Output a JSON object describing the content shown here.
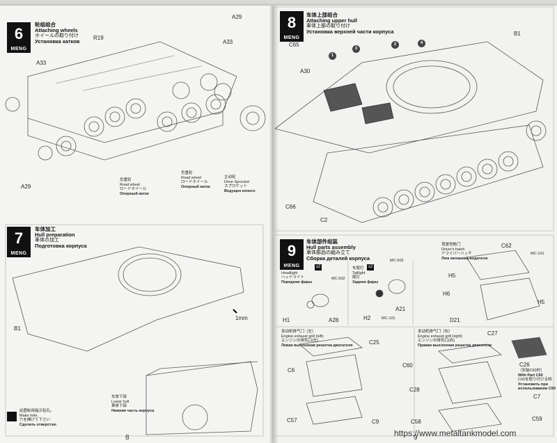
{
  "left_page": {
    "page_number": "8",
    "step6": {
      "number": "6",
      "brand": "MENG",
      "title_zh": "轮组组合",
      "title_en": "Attaching wheels",
      "title_ja": "ホイールの取り付け",
      "title_ru": "Установка катков",
      "labels": {
        "r19": "R19",
        "a29_top": "A29",
        "a33_right": "A33",
        "a33_left": "A33",
        "a29_bottom": "A29"
      },
      "road_wheel_left": {
        "zh": "负重轮",
        "en": "Road wheel",
        "ja": "ロードホイール",
        "ru": "Опорный каток"
      },
      "road_wheel_right": {
        "zh": "负重轮",
        "en": "Road wheel",
        "ja": "ロードホイール",
        "ru": "Опорный каток"
      },
      "drive_sprocket": {
        "zh": "主动轮",
        "en": "Drive Sprocket",
        "ja": "スプロケット",
        "ru": "Ведущее колесо"
      }
    },
    "step7": {
      "number": "7",
      "brand": "MENG",
      "title_zh": "车体加工",
      "title_en": "Hull preparation",
      "title_ja": "車体の加工",
      "title_ru": "Подготовка корпуса",
      "labels": {
        "b1": "B1",
        "drill": "1mm"
      },
      "lower_hull": {
        "zh": "车体下部",
        "en": "Lower hull",
        "ja": "車体下部",
        "ru": "Нижняя часть корпуса"
      },
      "make_hole": {
        "zh": "此图标用指示钻孔。",
        "en": "Make hole.",
        "ja": "穴を開けて下さい",
        "ru": "Сделать отверстие."
      }
    }
  },
  "right_page": {
    "page_number": "9",
    "watermark": "https://www.metaltankmodel.com",
    "step8": {
      "number": "8",
      "brand": "MENG",
      "title_zh": "车体上部组合",
      "title_en": "Attaching upper hull",
      "title_ja": "車体上部の取り付け",
      "title_ru": "Установка верхней части корпуса",
      "labels": {
        "c65": "C65",
        "w1": "1",
        "w3": "3",
        "w2": "2",
        "w4": "4",
        "b1": "B1",
        "a30": "A30",
        "c66": "C66",
        "c2": "C2"
      }
    },
    "step9": {
      "number": "9",
      "brand": "MENG",
      "title_zh": "车体部件组装",
      "title_en": "Hull parts assembly",
      "title_ja": "車体部品の組み立て",
      "title_ru": "Сборка деталей корпуса",
      "headlight": {
        "zh": "车头灯",
        "en": "Headlight",
        "ja": "ヘッドライト",
        "ru": "Передние фары",
        "qty": "x2",
        "paint": "MC-502",
        "h1": "H1",
        "a28": "A28"
      },
      "taillight": {
        "zh": "车尾灯",
        "en": "Taillight",
        "ja": "尾灯",
        "ru": "Задние фары",
        "qty": "x2",
        "paint1": "MC-502",
        "paint2": "MC-101",
        "h2": "H2",
        "a21": "A21"
      },
      "drivers_hatch": {
        "zh": "驾驶员舱门",
        "en": "Driver's hatch",
        "ja": "ドライバーハッチ",
        "ru": "Люк механика-водителя",
        "c62": "C62",
        "paint": "MC-101",
        "h5a": "H5",
        "h6": "H6",
        "h5b": "H5",
        "d21": "D21"
      },
      "exhaust_left": {
        "zh": "发动机排气门（左）",
        "en": "Engine exhaust grill (left)",
        "ja": "エンジンの排気口(左)",
        "ru": "Левая выхлопная решетка двигателя",
        "c25": "C25",
        "c6": "C6",
        "c57": "C57",
        "c9": "C9"
      },
      "exhaust_right": {
        "zh": "发动机排气门（右）",
        "en": "Engine exhaust grill (right)",
        "ja": "エンジンの排気口(右)",
        "ru": "Правая выхлопная решетка двигателя",
        "c27": "C27",
        "c60": "C60",
        "c28": "C28",
        "c26": "C26",
        "c7": "C7",
        "c58": "C58",
        "c59": "C59"
      },
      "c26_note": {
        "zh": "（安装C60时）",
        "en": "With Part C60",
        "ja": "C60を取り付ける時",
        "ru": "Установить при использовании C60"
      }
    }
  }
}
